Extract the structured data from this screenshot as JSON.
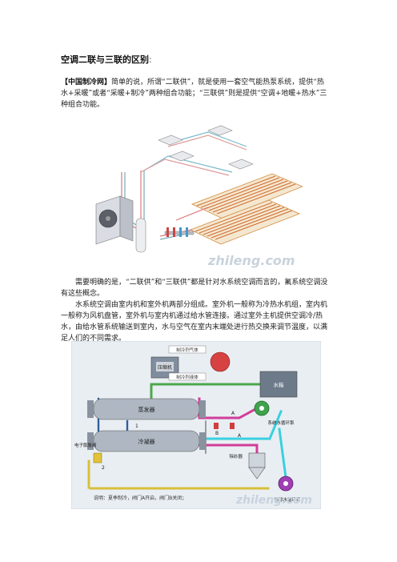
{
  "title": "空调二联与三联的区别",
  "title_colon": ":",
  "intro": {
    "source": "【中国制冷网】",
    "text": "简单的说，所谓“二联供”，就是使用一套空气能热泵系统，提供“热水+采暖”或者“采暖+制冷”两种组合功能；“三联供”则是提供“空调+地暖+热水”三种组合功能。"
  },
  "para2": "需要明确的是，“二联供”和“三联供”都是针对水系统空调而言的，氟系统空调没有这些概念。",
  "para3": "水系统空调由室内机和室外机两部分组成。室外机一般称为冷热水机组，室内机一般称为风机盘管，室外机与室内机通过给水管连接。通过室外主机提供空调冷/热水，由给水管系统输送到室内，水与空气在室内末端处进行热交换来调节温度，以满足人们的不同需求。",
  "figure1": {
    "watermark": "zhileng.com"
  },
  "figure2": {
    "watermark": "zhileng.com",
    "labels": {
      "compressor": "压缩机",
      "refrigerant_gas": "制冷剂气体",
      "refrigerant_liquid": "制冷剂液体",
      "water_tower": "水箱",
      "evaporator": "蒸发器",
      "condenser": "冷凝器",
      "system_pump": "系统水循环泵",
      "expansion_valve": "电子膨胀阀",
      "sand_separator": "除砂器",
      "hot_pump": "热源水循环泵",
      "note": "说明：夏季制冷，阀门A开启，阀门B关闭；",
      "valve_a": "A",
      "valve_b": "B",
      "n1": "1",
      "n2": "2"
    }
  }
}
